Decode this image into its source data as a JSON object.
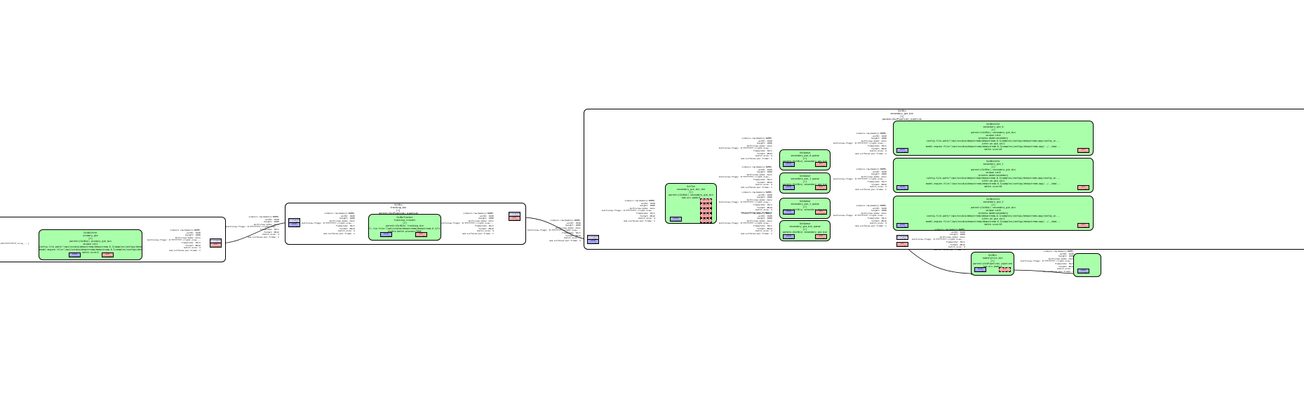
{
  "colors": {
    "element": "#aaffaa",
    "sink_pad": "#aaaaff",
    "src_pad": "#ffaaaa",
    "ghost_pad": "#ddddff"
  },
  "bins": {
    "primary": {
      "tail_caption": "(0x7f7f7f7f7f,true,...)"
    },
    "tracking": {
      "title": "GstBin\ntracking_bin\n[>]\nparent=(GstPipeline) pipeline"
    },
    "secondary": {
      "title": "GstBin\nsecondary_gie_bin\n[>]\nparent=(GstPipeline) pipeline"
    }
  },
  "elements": {
    "primary_gie": {
      "label": "GstNvInfer\nprimary_gie\n[>]\nparent=(GstBin) primary_gie_bin\nunique-id=1\nconfig-file-path=\"/opt/nvidia/deepstream/deepstream-6.3/samples/configs/deepstream-app/config_in...\nmodel-engine-file=\"/opt/nvidia/deepstream/deepstream-6.3/samples/configs/deepstream-app/../../mod...\nbatch-size=4",
      "sink": "sink\n[>][bfb]",
      "src": "src\n[>][bfb]"
    },
    "tracking_tracker": {
      "label": "GstNvTracker\ntracking_tracker\n[>]\nparent=(GstBin) tracking_bin\nll-lib-file=\"/opt/nvidia/deepstream/deepstream-6.3/lib/libnvds_nvmultiobjecttracker.so\"\nenable-batch-process=TRUE",
      "sink": "sink\n[>][bfb]",
      "src": "src\n[>][bfb]"
    },
    "secondary_gie_bin_tee": {
      "label": "GstTee\nsecondary_gie_bin_tee\n[>]\nparent=(GstBin) secondary_gie_bin\nnum-src-pads=5",
      "sink": "sink\n[>][bfb]",
      "srcs": [
        "src_0\n[>][bfb]",
        "src_1\n[>][bfb]",
        "src_2\n[>][bfb]",
        "src_3\n[>][bfb]",
        "src_4\n[>][bfb]"
      ]
    },
    "queues": [
      {
        "label": "GstQueue\nsecondary_gie_0_queue\n[>]\nparent=(GstBin) secondary_gie_bin",
        "sink": "sink\n[>][bfb]",
        "src": "src\n[>][bfb]"
      },
      {
        "label": "GstQueue\nsecondary_gie_1_queue\n[>]\nparent=(GstBin) secondary_gie_bin",
        "sink": "sink\n[>][bfb]",
        "src": "src\n[>][bfb]"
      },
      {
        "label": "GstQueue\nsecondary_gie_2_queue\n[>]\nparent=(GstBin) secondary_gie_bin",
        "sink": "sink\n[>][bfb]",
        "src": "src\n[>][bfb]"
      },
      {
        "label": "GstQueue\nsecondary_gie_bin_queue\n[>]\nparent=(GstBin) secondary_gie_bin",
        "sink": "sink\n[>][bfb]",
        "src": "src\n[>][bfb]"
      }
    ],
    "infers": [
      {
        "label": "GstNvInfer\nsecondary_gie_0\n[>]\nparent=(GstBin) secondary_gie_bin\nunique-id=4\nprocess-mode=secondary\nconfig-file-path=\"/opt/nvidia/deepstream/deepstream-6.3/samples/configs/deepstream-app/config_in...\ninfer-on-gie-id=1\nmodel-engine-file=\"/opt/nvidia/deepstream/deepstream-6.3/samples/configs/deepstream-app/../../mod...\nbatch-size=16",
        "sink": "sink\n[>][bfb]",
        "src": "src\n[>][bfb]"
      },
      {
        "label": "GstNvInfer\nsecondary_gie_1\n[>]\nparent=(GstBin) secondary_gie_bin\nunique-id=5\nprocess-mode=secondary\nconfig-file-path=\"/opt/nvidia/deepstream/deepstream-6.3/samples/configs/deepstream-app/config_in...\ninfer-on-gie-id=1\nmodel-engine-file=\"/opt/nvidia/deepstream/deepstream-6.3/samples/configs/deepstream-app/../../mod...\nbatch-size=16",
        "sink": "sink\n[>][bfb]",
        "src": "src\n[>][bfb]"
      },
      {
        "label": "GstNvInfer\nsecondary_gie_2\n[>]\nparent=(GstBin) secondary_gie_bin\nunique-id=6\nprocess-mode=secondary\nconfig-file-path=\"/opt/nvidia/deepstream/deepstream-6.3/samples/configs/deepstream-app/config_in...\ninfer-on-gie-id=1\nmodel-engine-file=\"/opt/nvidia/deepstream/deepstream-6.3/samples/configs/deepstream-app/../../mod...\nbatch-size=16",
        "sink": "sink\n[>][bfb]",
        "src": "src\n[>][bfb]"
      }
    ],
    "analytics": {
      "label": "GstBin\nnvanalytics_bin\n[>]\nparent=(GstPipeline) pipeline\nnum-src-pads=1",
      "sink": "sink\n[>][bfb]",
      "src": "src\n[>][bfb]"
    },
    "next": {
      "sink": "sink\n[>][bfb]"
    }
  },
  "ghost_pads": {
    "primary_src": "src\n[>][bfb]",
    "primary_proxy": "proxypad\n[>][bfb]",
    "tracking_sink": "sink\n[>][bfb]",
    "tracking_sink_proxy": "proxypad\n[>][bfb]",
    "tracking_src": "src\n[>][bfb]",
    "tracking_src_proxy": "proxypad\n[>][bfb]",
    "secondary_sink": "sink\n[>][bfb]",
    "secondary_sink_proxy": "proxypad\n[>][bfb]",
    "secondary_src": "src\n[>][bfb]",
    "secondary_src_proxy": "proxypad\n[>][bfb]"
  },
  "caps": {
    "default": "video/x-raw(memory:NVMM)\nwidth: 1920\nheight: 1080\nmultiview-mode: mono\nmultiview-flags: 0:ffffffff:/right-view...\nframerate: 30/1\nformat: NV12\nbatch-size: 4\nnum-surfaces-per-frame: 1",
    "detailed": "video/x-raw(memory:NVMM)\nwidth: 1920\nheight: 1080\nmultiview-mode: mono\nmultiview-flags: 0:ffffffff:/right-view...\nframerate: 30/1\nformat: NV12\nbatch-size: 4\nnum-surfaces-per-frame: 1"
  }
}
